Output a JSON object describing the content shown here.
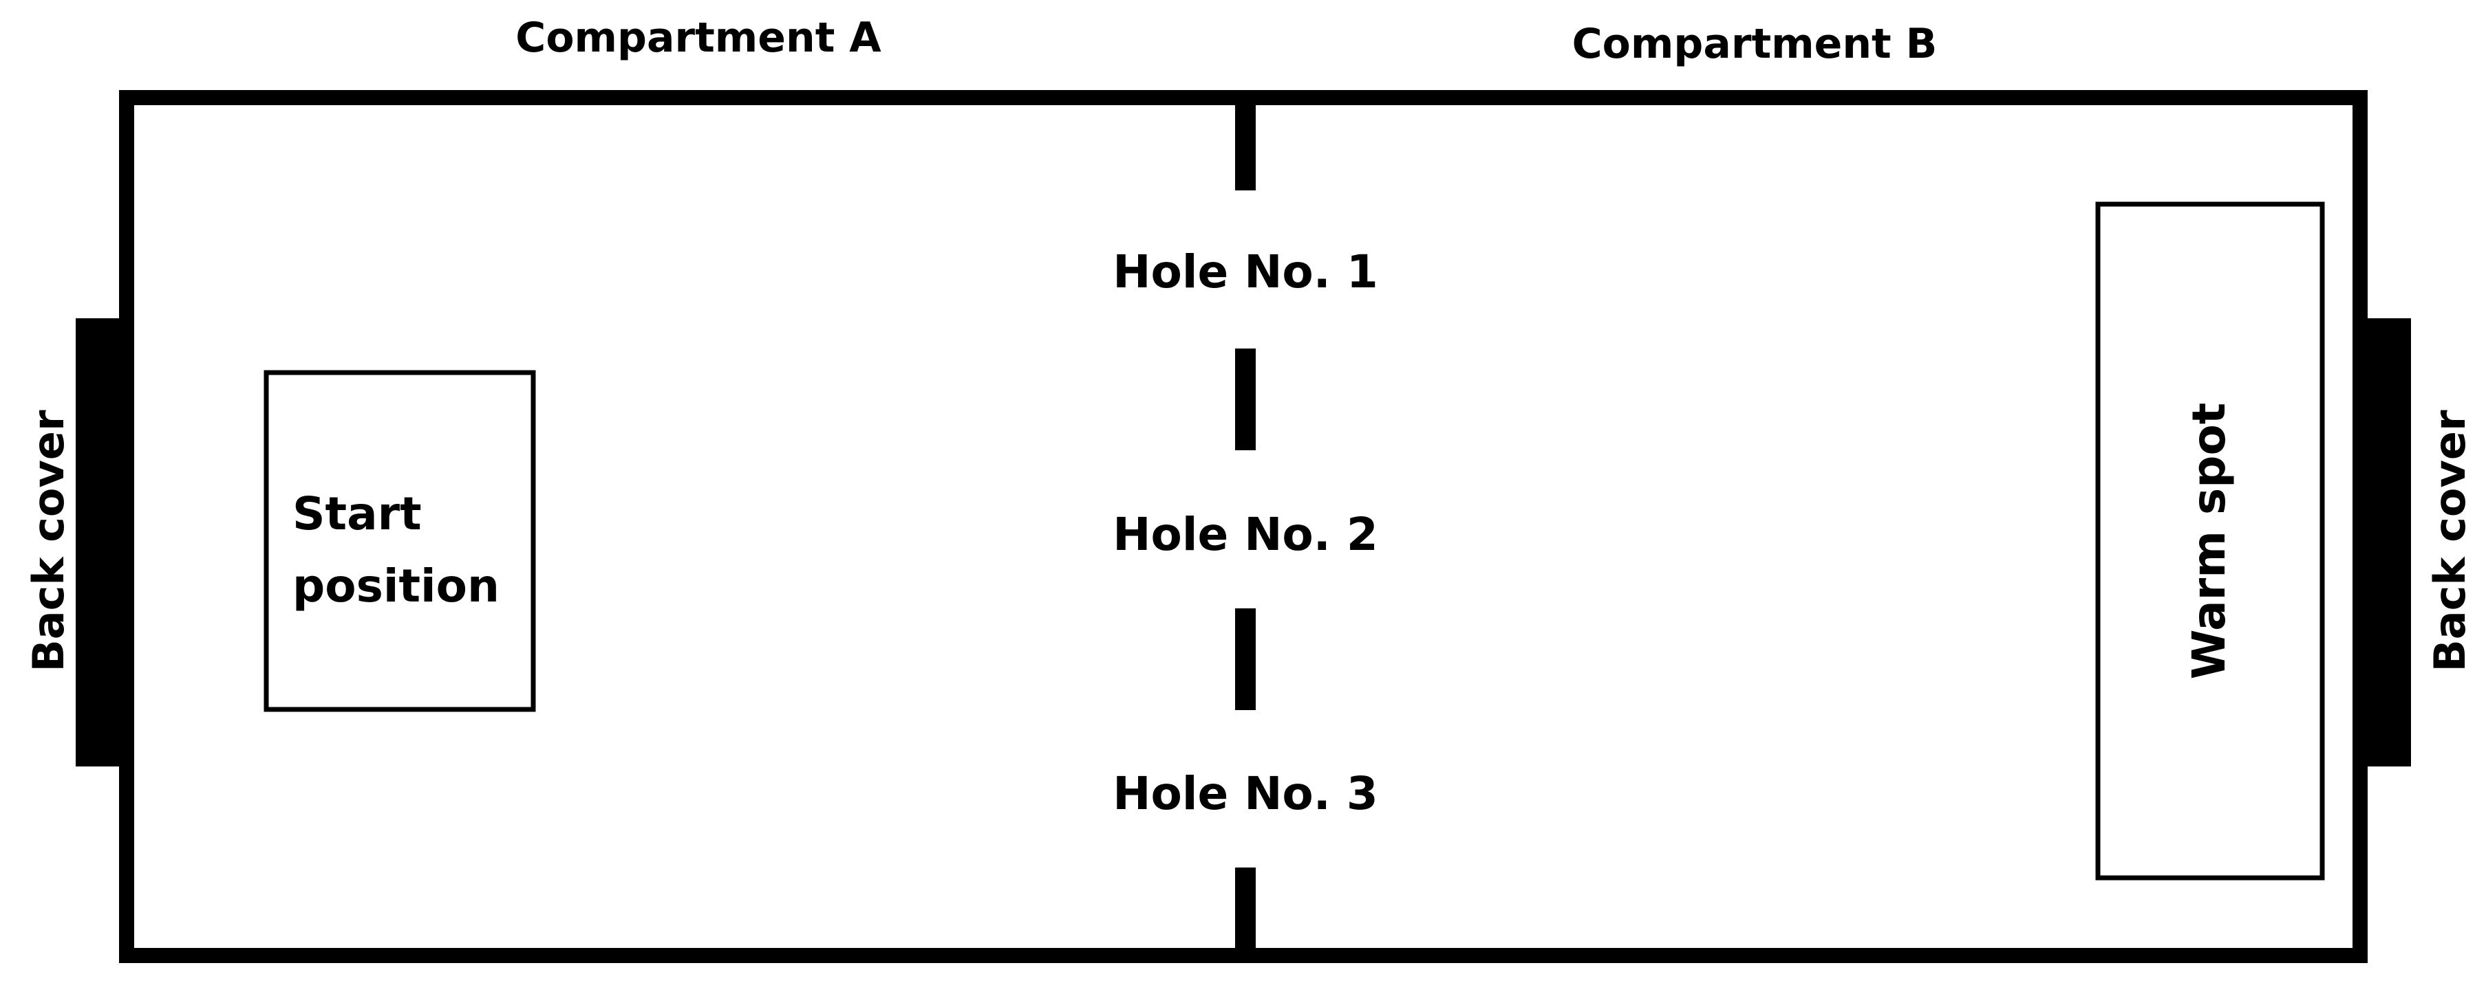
{
  "compartments": {
    "a": "Compartment A",
    "b": "Compartment B"
  },
  "holes": [
    "Hole No. 1",
    "Hole No. 2",
    "Hole No. 3"
  ],
  "start": {
    "line1": "Start",
    "line2": "position"
  },
  "warm_spot": "Warm spot",
  "back_cover": {
    "left": "Back cover",
    "right": "Back cover"
  },
  "colors": {
    "stroke": "#000000",
    "background": "#ffffff"
  }
}
